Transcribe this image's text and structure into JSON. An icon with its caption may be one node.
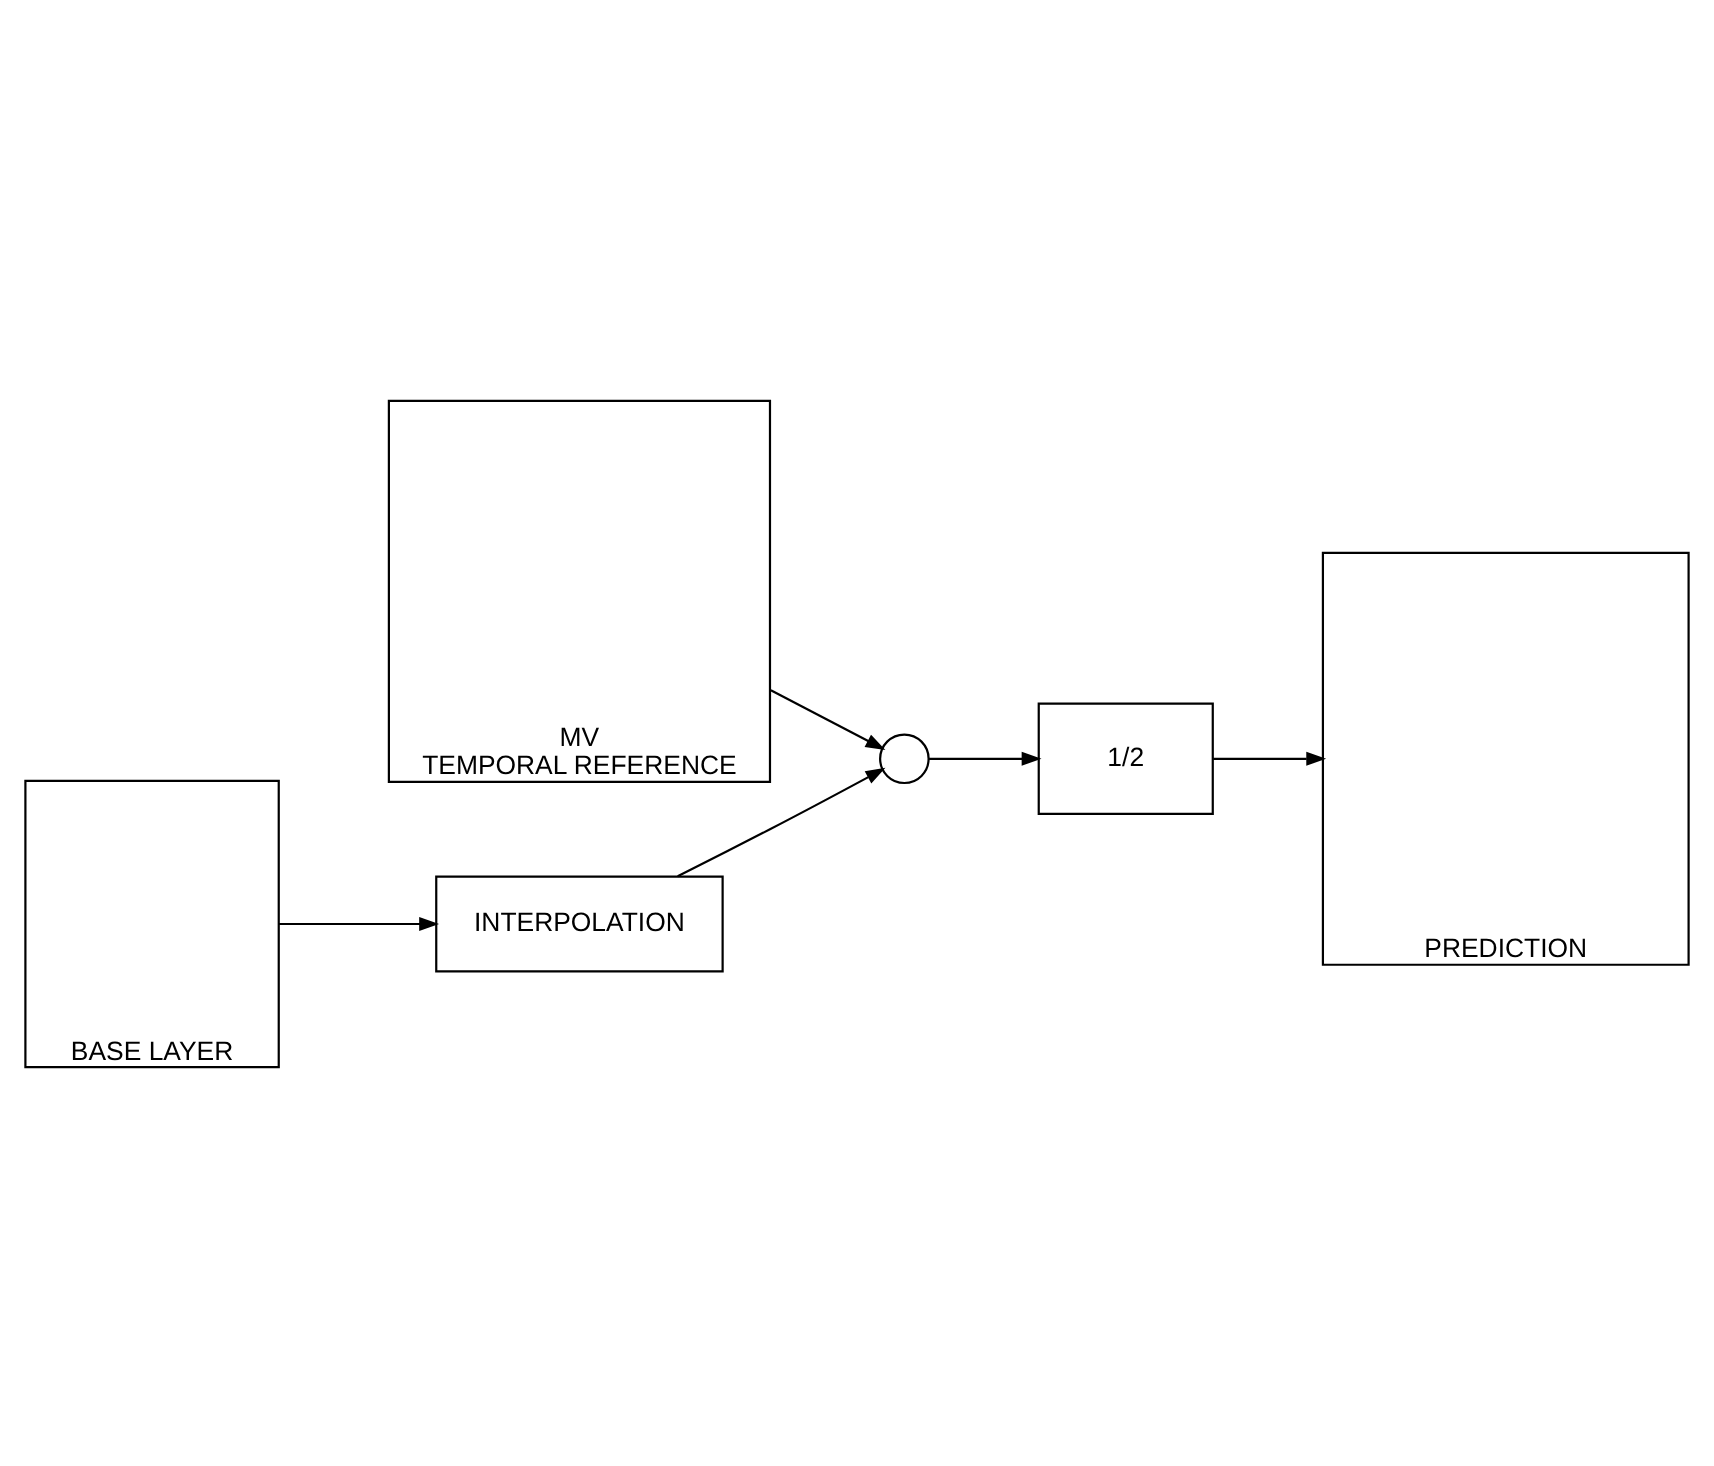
{
  "diagram": {
    "nodes": [
      {
        "text": [
          "MV",
          "TEMPORAL REFERENCE"
        ]
      },
      {
        "text": [],
        "shape": "circle"
      },
      {
        "text": [
          "INTERPOLATION"
        ]
      },
      {
        "text": [
          "BASE LAYER"
        ]
      },
      {
        "text": [
          "1/2"
        ]
      },
      {
        "text": [
          "PREDICTION"
        ]
      }
    ],
    "edges": [
      {
        "from": 0,
        "to": 1,
        "arrow": "to"
      },
      {
        "from": 2,
        "to": 1,
        "arrow": "to"
      },
      {
        "from": 3,
        "to": 2,
        "arrow": "to"
      },
      {
        "from": 1,
        "to": 4,
        "arrow": "to"
      },
      {
        "from": 4,
        "to": 5,
        "arrow": "to"
      }
    ]
  }
}
